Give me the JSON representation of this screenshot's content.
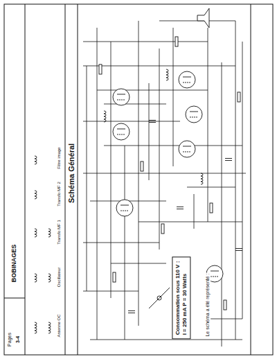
{
  "diagram": {
    "title": "Schéma Général",
    "nodes": [
      {
        "text": [
          "Consommation sous 110 V :",
          "I = 250 mA P = 30 Watts"
        ]
      }
    ],
    "labels": [
      "BOBINAGES",
      "Pages",
      "3-4",
      "Le schéma a été représenté :",
      "Antenne OC",
      "Oscillateur",
      "Transfo MF 1",
      "Transfo MF 2",
      "Filtre image"
    ]
  }
}
